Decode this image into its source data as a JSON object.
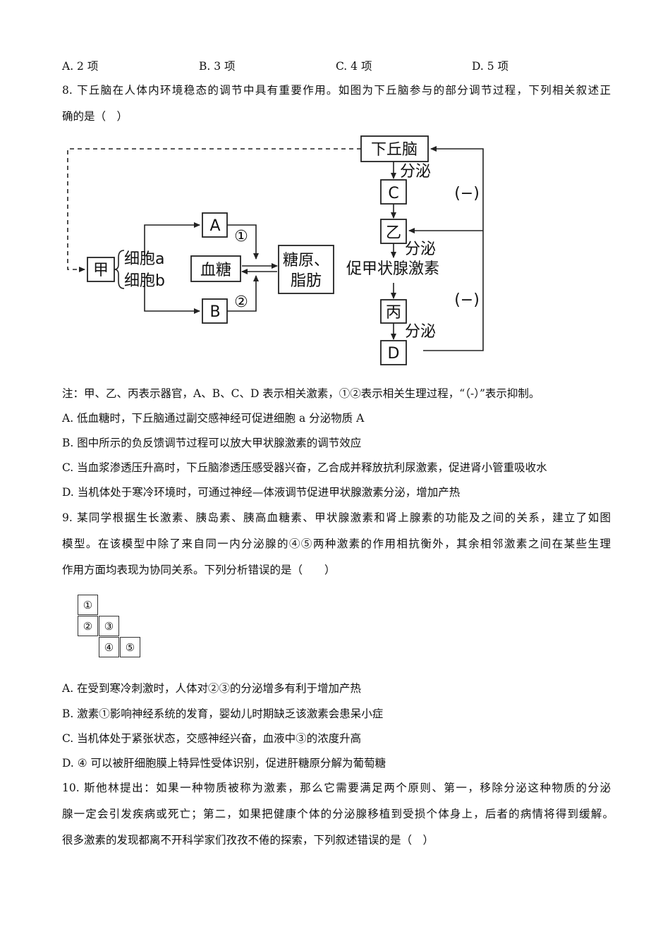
{
  "q7_options": {
    "a": "A. 2 项",
    "b": "B. 3 项",
    "c": "C. 4 项",
    "d": "D. 5 项"
  },
  "q8": {
    "stem_line1": "8. 下丘脑在人体内环境稳态的调节中具有重要作用。如图为下丘脑参与的部分调节过程，下列相关叙述正",
    "stem_line2": "确的是（　）",
    "diagram": {
      "hypothalamus": "下丘脑",
      "secrete1": "分泌",
      "c": "C",
      "organ_yi": "乙",
      "secrete2": "分泌",
      "tsh": "促甲状腺激素",
      "organ_bing": "丙",
      "secrete3": "分泌",
      "d": "D",
      "minus_top": "(−)",
      "minus_bottom": "(−)",
      "organ_jia": "甲",
      "cell_a": "细胞a",
      "cell_b": "细胞b",
      "a": "A",
      "b": "B",
      "process1": "①",
      "process2": "②",
      "blood_sugar": "血糖",
      "glycogen": "糖原、",
      "fat": "脂肪"
    },
    "note": "注：甲、乙、丙表示器官，A、B、C、D 表示相关激素，①②表示相关生理过程，“（-）”表示抑制。",
    "options": {
      "a": "A. 低血糖时，下丘脑通过副交感神经可促进细胞 a 分泌物质 A",
      "b": "B. 图中所示的负反馈调节过程可以放大甲状腺激素的调节效应",
      "c": "C. 当血浆渗透压升高时，下丘脑渗透压感受器兴奋，乙合成并释放抗利尿激素，促进肾小管重吸收水",
      "d": "D. 当机体处于寒冷环境时，可通过神经—体液调节促进甲状腺激素分泌，增加产热"
    }
  },
  "q9": {
    "stem_line1": "9. 某同学根据生长激素、胰岛素、胰高血糖素、甲状腺激素和肾上腺素的功能及之间的关系，建立了如图",
    "stem_line2": "模型。在该模型中除了来自同一内分泌腺的④⑤两种激素的作用相抗衡外，其余相邻激素之间在某些生理",
    "stem_line3": "作用方面均表现为协同关系。下列分析错误的是（　　）",
    "grid": {
      "c1": "①",
      "c2": "②",
      "c3": "③",
      "c4": "④",
      "c5": "⑤"
    },
    "options": {
      "a": "A. 在受到寒冷刺激时，人体对②③的分泌增多有利于增加产热",
      "b": "B. 激素①影响神经系统的发育，婴幼儿时期缺乏该激素会患呆小症",
      "c": "C. 当机体处于紧张状态，交感神经兴奋，血液中③的浓度升高",
      "d": "D. ④ 可以被肝细胞膜上特异性受体识别，促进肝糖原分解为葡萄糖"
    }
  },
  "q10": {
    "stem_line1": "10. 斯他林提出：如果一种物质被称为激素，那么它需要满足两个原则、第一，移除分泌这种物质的分泌",
    "stem_line2": "腺一定会引发疾病或死亡；第二，如果把健康个体的分泌腺移植到受损个体身上，后者的病情将得到缓解。",
    "stem_line3": "很多激素的发现都离不开科学家们孜孜不倦的探索，下列叙述错误的是（　）"
  }
}
